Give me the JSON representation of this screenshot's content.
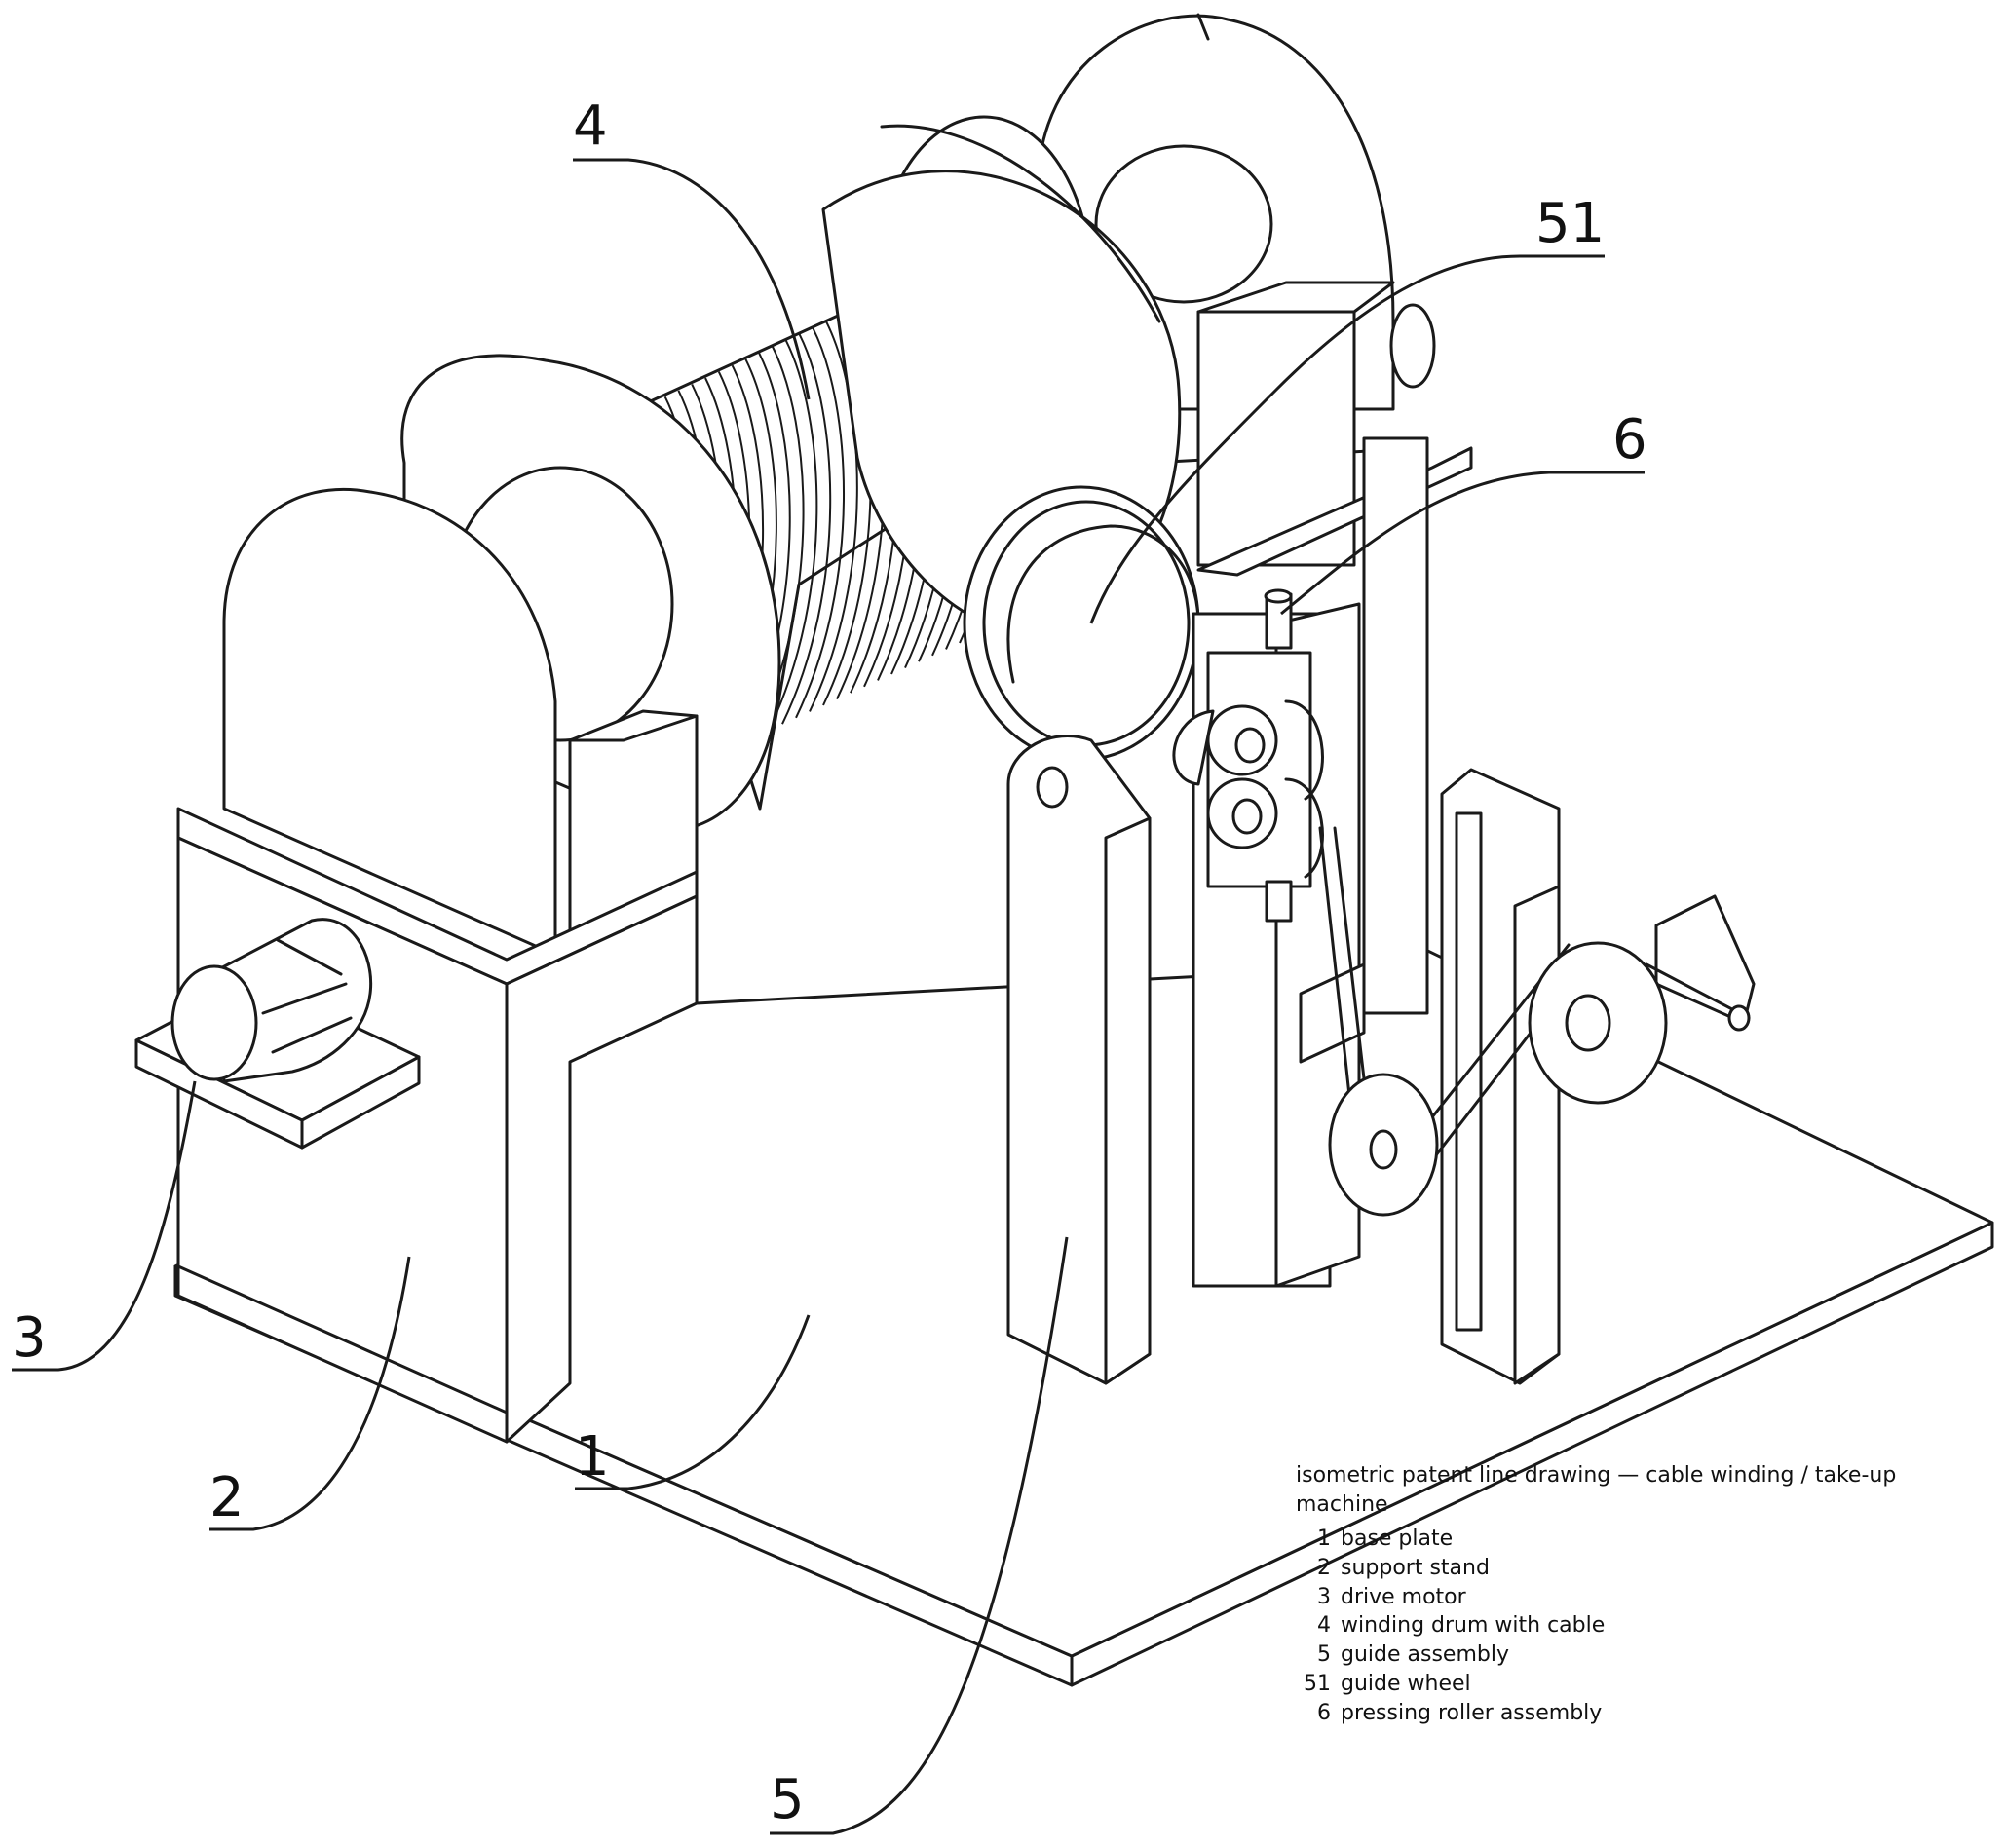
{
  "figure": {
    "type": "isometric patent line drawing",
    "subject": "cable winding / take-up machine",
    "line_color": "#1a1a1a",
    "background": "#ffffff"
  },
  "labels": [
    {
      "id": "1",
      "text": "1",
      "part": "base plate"
    },
    {
      "id": "2",
      "text": "2",
      "part": "support stand"
    },
    {
      "id": "3",
      "text": "3",
      "part": "drive motor"
    },
    {
      "id": "4",
      "text": "4",
      "part": "winding drum with cable"
    },
    {
      "id": "5",
      "text": "5",
      "part": "guide assembly"
    },
    {
      "id": "51",
      "text": "51",
      "part": "guide wheel"
    },
    {
      "id": "6",
      "text": "6",
      "part": "pressing roller assembly"
    }
  ]
}
